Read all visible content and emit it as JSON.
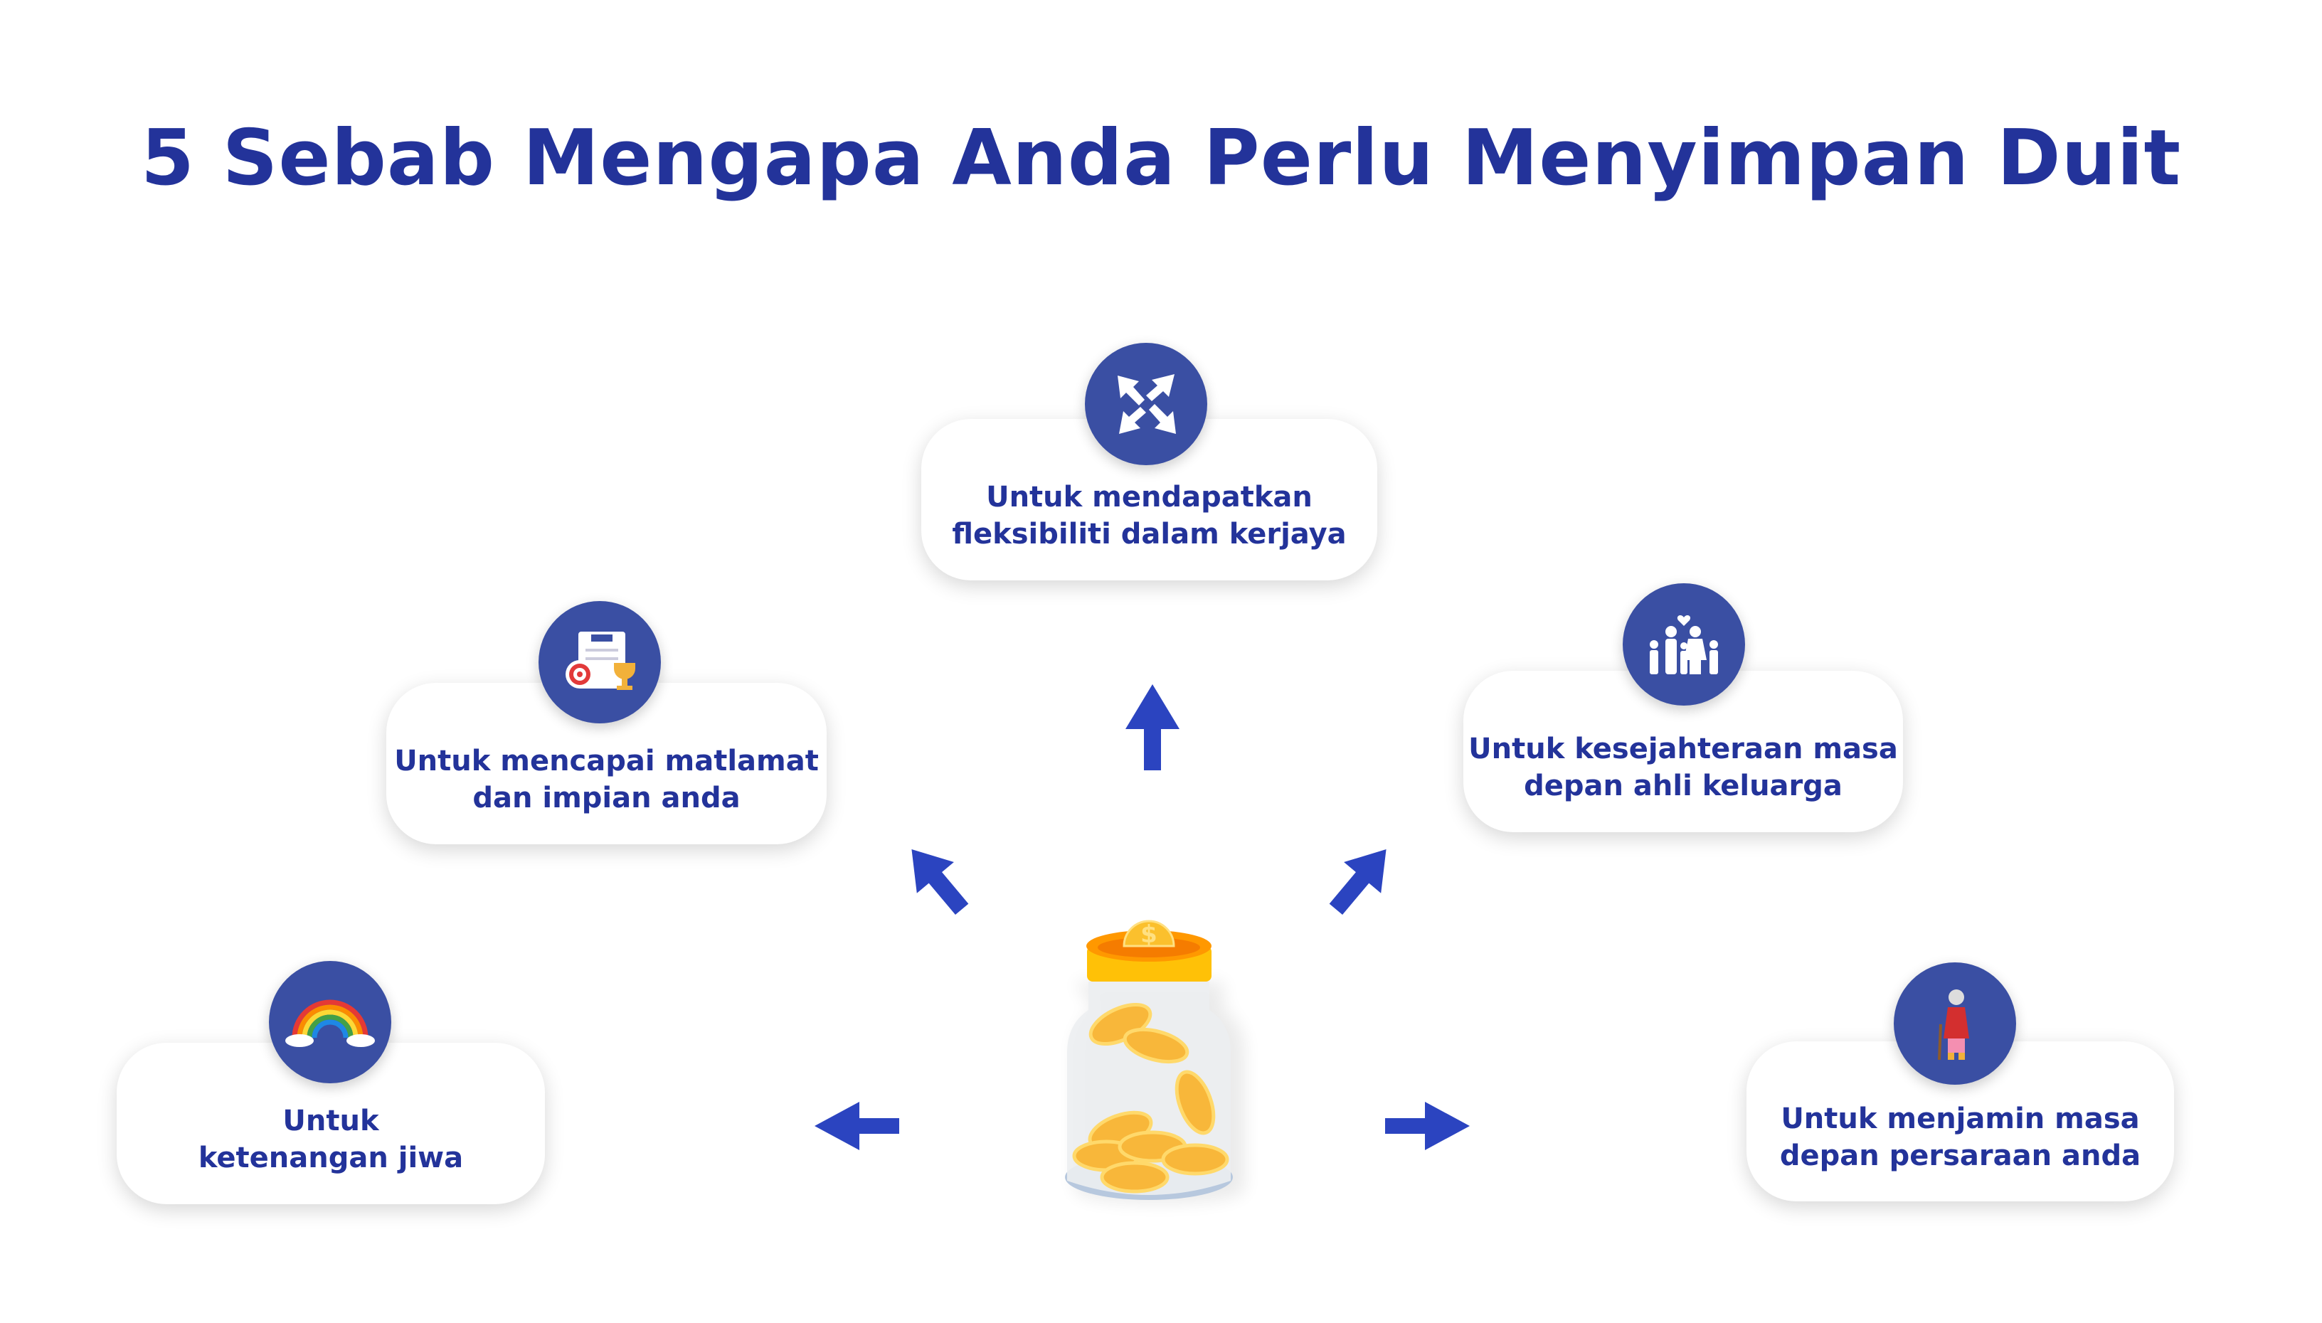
{
  "title": "5 Sebab Mengapa Anda Perlu Menyimpan Duit",
  "colors": {
    "title": "#23339a",
    "badge": "#3a4fa3",
    "arrow": "#2b44c0"
  },
  "reasons": [
    {
      "text": "Untuk mendapatkan\nfleksibiliti dalam kerjaya",
      "icon": "arrows-expand-icon"
    },
    {
      "text": "Untuk mencapai matlamat\ndan impian anda",
      "icon": "goals-target-trophy-icon"
    },
    {
      "text": "Untuk kesejahteraan masa\ndepan ahli keluarga",
      "icon": "family-icon"
    },
    {
      "text": "Untuk\nketenangan jiwa",
      "icon": "rainbow-icon"
    },
    {
      "text": "Untuk menjamin masa\ndepan persaraan anda",
      "icon": "elderly-person-icon"
    }
  ],
  "center_icon": "coin-jar-icon",
  "jar_coin_symbol": "$"
}
